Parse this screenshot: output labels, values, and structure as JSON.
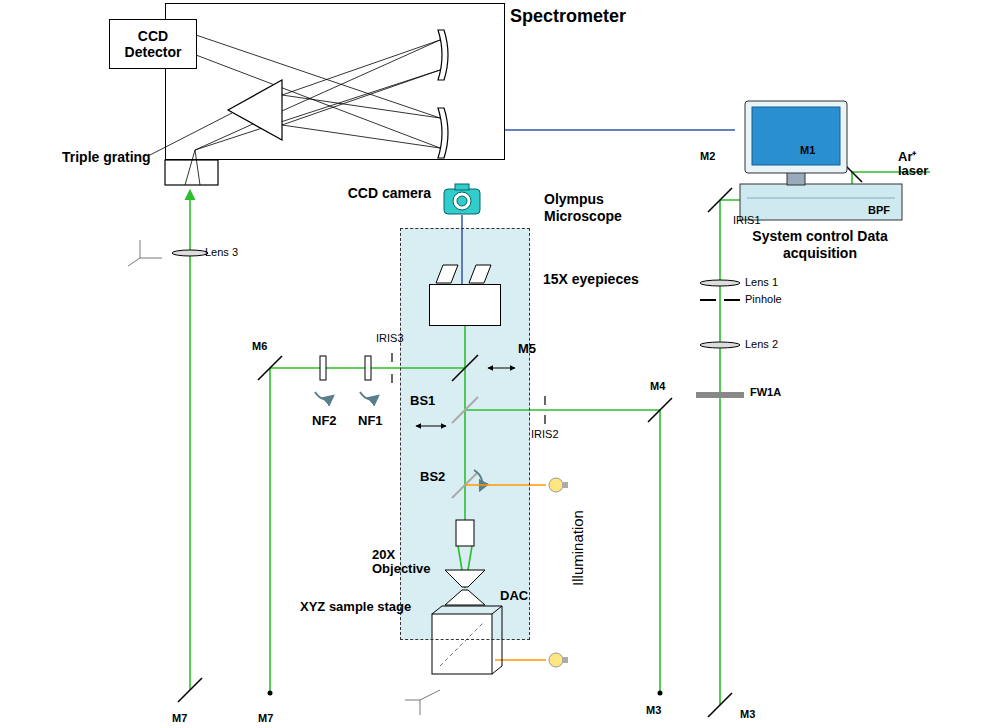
{
  "diagram": {
    "nodes": [
      {
        "text": [
          "Spectrometer"
        ]
      },
      {
        "text": [
          "CCD Detector"
        ],
        "in": 0
      },
      {
        "text": [
          "System control Data acquisition"
        ]
      },
      {
        "text": [
          "CCD camera"
        ]
      },
      {
        "text": [
          "Olympus Microscope"
        ]
      },
      {
        "text": [
          "15X eyepieces"
        ],
        "in": 4
      }
    ],
    "edges": [
      {
        "from": 0,
        "to": 2,
        "arrow": "none"
      },
      {
        "from": 3,
        "to": 5,
        "arrow": "none"
      }
    ],
    "labels": [
      "Triple grating",
      "Lens 3",
      "M6",
      "IRIS3",
      "M5",
      "NF2",
      "NF1",
      "BS1",
      "IRIS2",
      "M4",
      "BS2",
      "M7",
      "20X Objective",
      "M7",
      "DAC",
      "XYZ sample stage",
      "Illumination",
      "M3",
      "M2",
      "M1",
      "Ar⁺ laser",
      "BPF",
      "IRIS1",
      "Lens 1",
      "Pinhole",
      "Lens 2",
      "FW1A",
      "M3"
    ]
  }
}
